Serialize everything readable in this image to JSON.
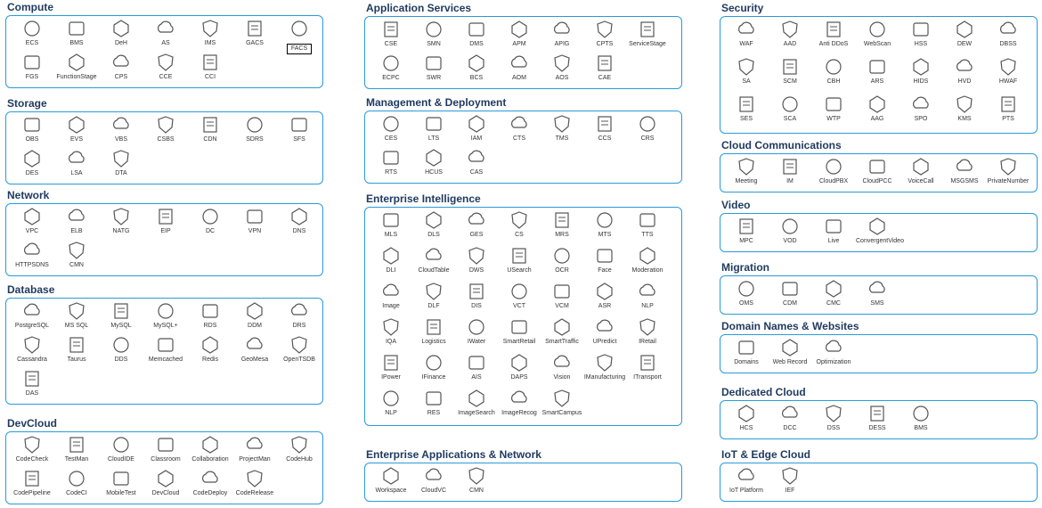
{
  "groups": [
    {
      "id": "compute",
      "title": "Compute",
      "rows": [
        [
          "ECS",
          "BMS",
          "DeH",
          "AS",
          "IMS",
          "GACS",
          "FACS"
        ],
        [
          "FGS",
          "FunctionStage",
          "CPS",
          "CCE",
          "CCI"
        ]
      ]
    },
    {
      "id": "storage",
      "title": "Storage",
      "rows": [
        [
          "OBS",
          "EVS",
          "VBS",
          "CSBS",
          "CDN",
          "SDRS",
          "SFS"
        ],
        [
          "DES",
          "LSA",
          "DTA"
        ]
      ]
    },
    {
      "id": "network",
      "title": "Network",
      "rows": [
        [
          "VPC",
          "ELB",
          "NATG",
          "EIP",
          "DC",
          "VPN",
          "DNS"
        ],
        [
          "HTTPSDNS",
          "CMN"
        ]
      ]
    },
    {
      "id": "database",
      "title": "Database",
      "rows": [
        [
          "PostgreSQL",
          "MS SQL",
          "MySQL",
          "MySQL+",
          "RDS",
          "DDM",
          "DRS"
        ],
        [
          "Cassandra",
          "Taurus",
          "DDS",
          "Memcached",
          "Redis",
          "GeoMesa",
          "OpenTSDB"
        ],
        [
          "DAS"
        ]
      ]
    },
    {
      "id": "devcloud",
      "title": "DevCloud",
      "rows": [
        [
          "CodeCheck",
          "TestMan",
          "CloudIDE",
          "Classroom",
          "Collaboration",
          "ProjectMan",
          "CodeHub"
        ],
        [
          "CodePipeline",
          "CodeCI",
          "MobileTest",
          "DevCloud",
          "CodeDeploy",
          "CodeRelease"
        ]
      ]
    },
    {
      "id": "app-services",
      "title": "Application Services",
      "rows": [
        [
          "CSE",
          "SMN",
          "DMS",
          "APM",
          "APIG",
          "CPTS",
          "ServiceStage"
        ],
        [
          "ECPC",
          "SWR",
          "BCS",
          "AOM",
          "AOS",
          "CAE"
        ]
      ]
    },
    {
      "id": "mgmt",
      "title": "Management & Deployment",
      "rows": [
        [
          "CES",
          "LTS",
          "IAM",
          "CTS",
          "TMS",
          "CCS",
          "CRS"
        ],
        [
          "RTS",
          "HCUS",
          "CAS"
        ]
      ]
    },
    {
      "id": "ei",
      "title": "Enterprise Intelligence",
      "rows": [
        [
          "MLS",
          "DLS",
          "GES",
          "CS",
          "MRS",
          "MTS",
          "TTS"
        ],
        [
          "DLI",
          "CloudTable",
          "DWS",
          "USearch",
          "OCR",
          "Face",
          "Moderation"
        ],
        [
          "Image",
          "DLF",
          "DIS",
          "VCT",
          "VCM",
          "ASR",
          "NLP"
        ],
        [
          "IQA",
          "Logistics",
          "IWater",
          "SmartRetail",
          "SmartTraffic",
          "UPredict",
          "IRetail"
        ],
        [
          "IPower",
          "IFinance",
          "AIS",
          "DAPS",
          "Vision",
          "IManufacturing",
          "ITransport"
        ],
        [
          "NLP",
          "RES",
          "ImageSearch",
          "ImageRecog",
          "SmartCampus"
        ]
      ]
    },
    {
      "id": "eapp",
      "title": "Enterprise Applications & Network",
      "rows": [
        [
          "Workspace",
          "CloudVC",
          "CMN"
        ]
      ]
    },
    {
      "id": "security",
      "title": "Security",
      "rows": [
        [
          "WAF",
          "AAD",
          "Anti DDoS",
          "WebScan",
          "HSS",
          "DEW",
          "DBSS"
        ],
        [
          "SA",
          "SCM",
          "CBH",
          "ARS",
          "HIDS",
          "HVD",
          "HWAF"
        ],
        [
          "SES",
          "SCA",
          "WTP",
          "AAG",
          "SPO",
          "KMS",
          "PTS"
        ]
      ]
    },
    {
      "id": "cloudcomm",
      "title": "Cloud Communications",
      "rows": [
        [
          "Meeting",
          "IM",
          "CloudPBX",
          "CloudPCC",
          "VoiceCall",
          "MSGSMS",
          "PrivateNumber"
        ]
      ]
    },
    {
      "id": "video",
      "title": "Video",
      "rows": [
        [
          "MPC",
          "VOD",
          "Live",
          "ConvergentVideo"
        ]
      ]
    },
    {
      "id": "migration",
      "title": "Migration",
      "rows": [
        [
          "OMS",
          "CDM",
          "CMC",
          "SMS"
        ]
      ]
    },
    {
      "id": "domains",
      "title": "Domain Names & Websites",
      "rows": [
        [
          "Domains",
          "Web Record",
          "Optimization"
        ]
      ]
    },
    {
      "id": "dedicated",
      "title": "Dedicated Cloud",
      "rows": [
        [
          "HCS",
          "DCC",
          "DSS",
          "DESS",
          "BMS"
        ]
      ]
    },
    {
      "id": "iot",
      "title": "IoT & Edge Cloud",
      "rows": [
        [
          "IoT Platform",
          "IEF"
        ]
      ]
    }
  ],
  "selected": "FACS",
  "colors": {
    "border": "#2a9bd8",
    "title": "#1f3a5f",
    "icon_stroke": "#555555",
    "label": "#333333"
  }
}
